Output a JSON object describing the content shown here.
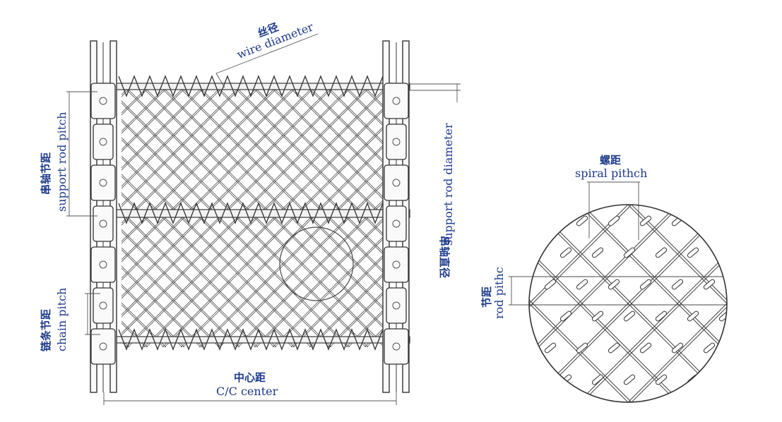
{
  "labels": {
    "wire_diameter_cn": "丝径",
    "wire_diameter_en": "wire diameter",
    "support_rod_pitch_cn": "串轴节距",
    "support_rod_pitch_en": "support rod pitch",
    "support_rod_diameter_cn": "串轴直径",
    "support_rod_diameter_en": "support rod diameter",
    "chain_pitch_cn": "链条节距",
    "chain_pitch_en": "chain pitch",
    "center_cn": "中心距",
    "center_en": "C/C center",
    "spiral_pitch_cn": "螺距",
    "spiral_pitch_en": "spiral pithch",
    "rod_pitch_cn": "节距",
    "rod_pitch_en": "rod pithc"
  },
  "colors": {
    "label": "#1d3b8c",
    "line": "#4a4a4a",
    "background": "#ffffff"
  }
}
